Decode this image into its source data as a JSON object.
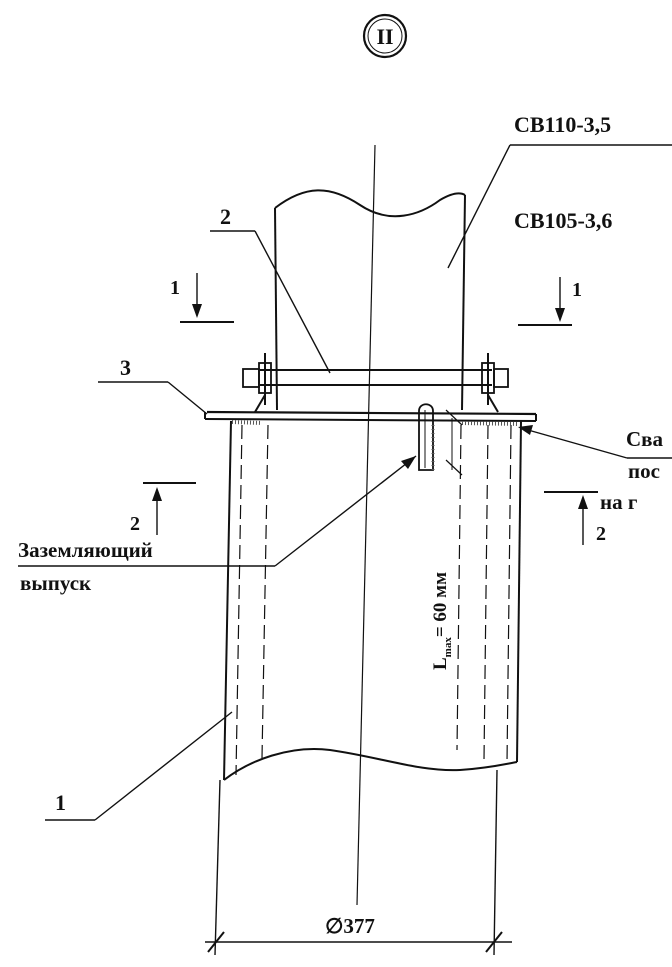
{
  "view_label": "II",
  "labels": {
    "post_type_1": "СВ110-3,5",
    "post_type_2": "СВ105-3,6",
    "part_1": "1",
    "part_2": "2",
    "part_3": "3",
    "grounding_line_1": "Заземляющий",
    "grounding_line_2": "выпуск",
    "section_1_left": "1",
    "section_1_right": "1",
    "section_2_left": "2",
    "section_2_right": "2",
    "weld_note_line_1": "Сва",
    "weld_note_line_2": "пос",
    "weld_note_line_3": "на г",
    "weld_length_main": "L",
    "weld_length_sub": "max",
    "weld_length_value": "= 60 мм",
    "diameter": "∅377"
  }
}
